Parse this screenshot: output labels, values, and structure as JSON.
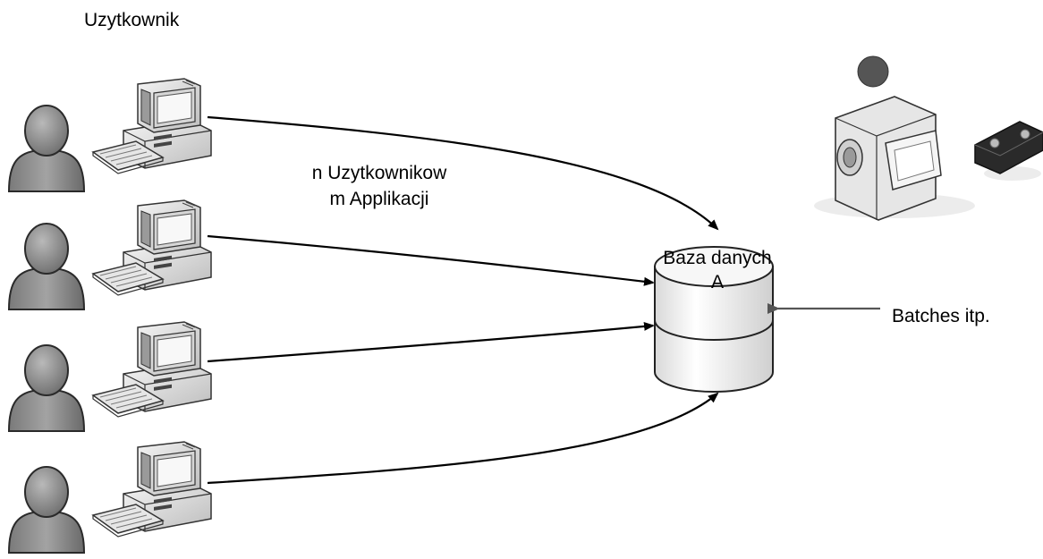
{
  "header": {
    "title": "Uzytkownik"
  },
  "connections": {
    "label_line1": "n Uzytkownikow",
    "label_line2": "m Applikacji"
  },
  "database": {
    "label_line1": "Baza danych",
    "label_line2": "A"
  },
  "batches": {
    "label": "Batches itp."
  },
  "users": [
    {
      "icon": "user-icon",
      "workstation": "computer-icon"
    },
    {
      "icon": "user-icon",
      "workstation": "computer-icon"
    },
    {
      "icon": "user-icon",
      "workstation": "computer-icon"
    },
    {
      "icon": "user-icon",
      "workstation": "computer-icon"
    }
  ],
  "media": {
    "icons": [
      "video-camera-icon",
      "video-cassette-icon"
    ]
  },
  "colors": {
    "arrow": "#000000",
    "batch_arrow": "#555555",
    "person_fill": "#8a8a8a",
    "person_stroke": "#2a2a2a",
    "db_fill": "#ececec"
  }
}
